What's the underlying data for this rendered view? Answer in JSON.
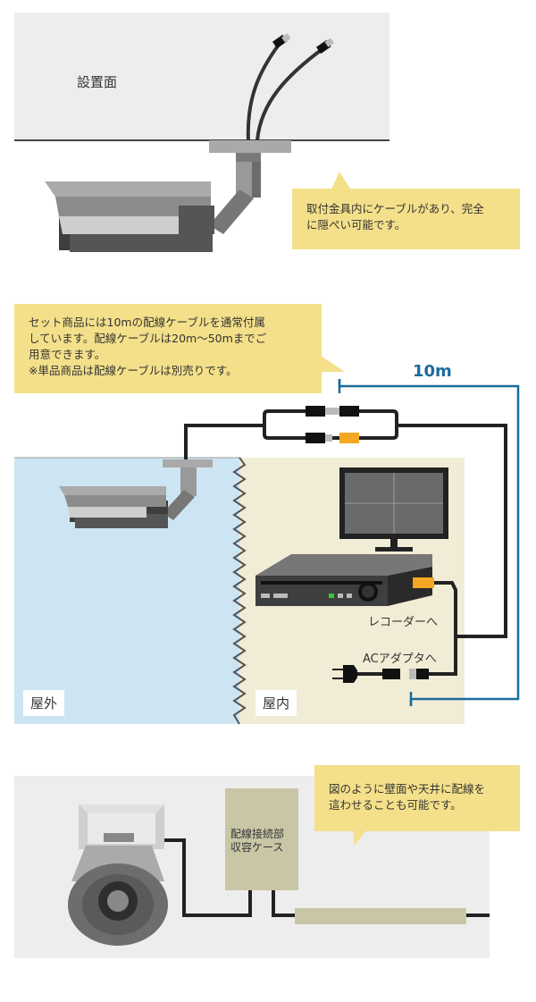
{
  "section1": {
    "surface_label": "設置面",
    "callout": [
      "取付金具内にケーブルがあり、完全",
      "に隠ぺい可能です。"
    ]
  },
  "section2": {
    "callout": [
      "セット商品には10mの配線ケーブルを通常付属",
      "しています。配線ケーブルは20m～50mまでご",
      "用意できます。",
      "※単品商品は配線ケーブルは別売りです。"
    ],
    "length_label": "10m",
    "to_recorder": "レコーダーへ",
    "to_ac": "ACアダプタへ",
    "outdoor": "屋外",
    "indoor": "屋内"
  },
  "section3": {
    "box_label": [
      "配線接続部",
      "収容ケース"
    ],
    "callout": [
      "図のように壁面や天井に配線を",
      "這わせることも可能です。"
    ]
  },
  "colors": {
    "accent_blue": "#1b6b9e",
    "callout_yellow": "#f4e08a",
    "outdoor_bg": "#cde5f2",
    "indoor_bg": "#f1ecd6",
    "connector_orange": "#f3a723"
  }
}
